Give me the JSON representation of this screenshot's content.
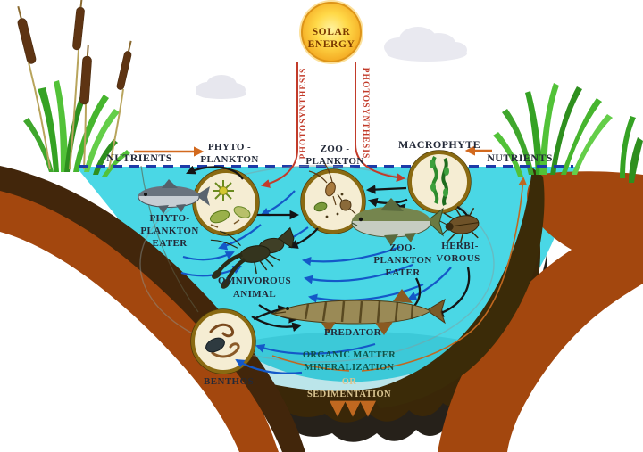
{
  "diagram_subject": "Pond ecosystem energy and nutrient flow",
  "sun": {
    "line1": "SOLAR",
    "line2": "ENERGY"
  },
  "photosynthesis": {
    "left": "PHOTOSYNTHESIS",
    "right": "PHOTOSYNTHESIS"
  },
  "nutrients": {
    "left": "NUTRIENTS",
    "right": "NUTRIENTS"
  },
  "plankton": {
    "phyto": {
      "line1": "PHYTO -",
      "line2": "PLANKTON"
    },
    "zoo": {
      "line1": "ZOO -",
      "line2": "PLANKTON"
    }
  },
  "macrophyte": {
    "label": "MACROPHYTE"
  },
  "consumers": {
    "phyto_eater": {
      "line1": "PHYTO-",
      "line2": "PLANKTON",
      "line3": "EATER"
    },
    "zoo_eater": {
      "line1": "ZOO-",
      "line2": "PLANKTON",
      "line3": "EATER"
    },
    "herbivorous": {
      "line1": "HERBI-",
      "line2": "VOROUS"
    },
    "omnivorous": {
      "line1": "OMNIVOROUS",
      "line2": "ANIMAL"
    },
    "predator": {
      "label": "PREDATOR"
    },
    "benthos": {
      "label": "BENTHOS"
    }
  },
  "decomposition": {
    "line1": "ORGANIC MATTER",
    "line2": "MINERALIZATION",
    "line3": "OR",
    "line4": "SEDIMENTATION"
  },
  "colors": {
    "water": "#4AD7E5",
    "water_deep": "#1FA8B8",
    "bank_dark": "#42260B",
    "bank_rust": "#A3470E",
    "sediment": "#3A2708",
    "deep_layer": "#26211A",
    "sun_core": "#FFE668",
    "sun_edge": "#F5A623",
    "surface_dash": "#1D3BA8",
    "arrow_black": "#151515",
    "arrow_blue": "#1458C8",
    "arrow_orange": "#D2691E",
    "photosynthesis_line": "#C23B2A",
    "label_dark": "#232938",
    "label_teal": "#0E5348",
    "label_cream": "#D9C491",
    "grass_green": "#46B52E",
    "cattail_brown": "#5E3413",
    "circle_fill": "#F5EDD3",
    "circle_ring": "#8A6A12"
  }
}
